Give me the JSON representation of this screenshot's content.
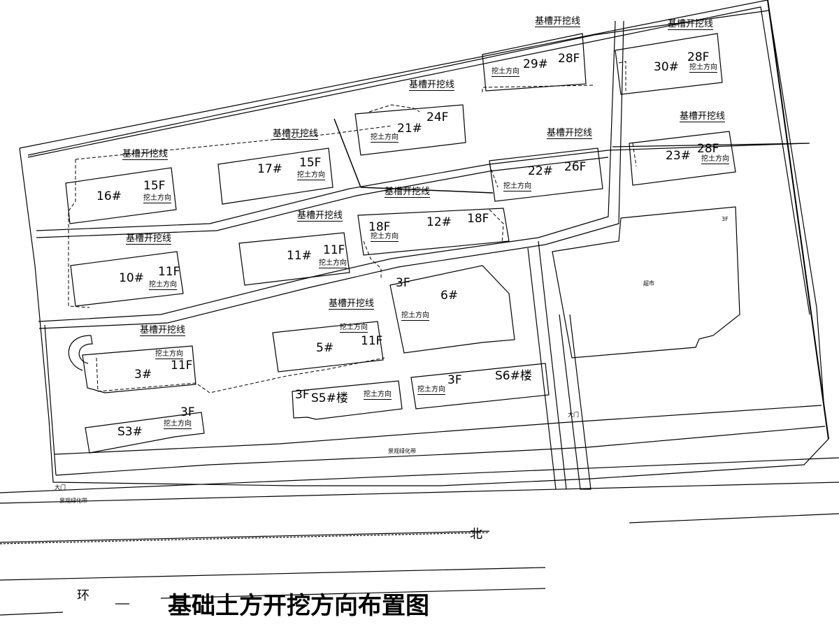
{
  "title": "基础土方开挖方向布置图",
  "road_chars": [
    "北",
    "环"
  ],
  "excavation_line_label": "基槽开挖线",
  "dig_direction_label": "挖土方向",
  "buildings": [
    {
      "id": "b29",
      "num": "29#",
      "floors": "28F"
    },
    {
      "id": "b30",
      "num": "30#",
      "floors": "28F"
    },
    {
      "id": "b21",
      "num": "21#",
      "floors": "24F"
    },
    {
      "id": "b23",
      "num": "23#",
      "floors": "28F"
    },
    {
      "id": "b17",
      "num": "17#",
      "floors": "15F"
    },
    {
      "id": "b16",
      "num": "16#",
      "floors": "15F"
    },
    {
      "id": "b22",
      "num": "22#",
      "floors": "26F"
    },
    {
      "id": "b12",
      "num": "12#",
      "floors_left": "18F",
      "floors_right": "18F"
    },
    {
      "id": "b11",
      "num": "11#",
      "floors": "11F"
    },
    {
      "id": "b10",
      "num": "10#",
      "floors": "11F"
    },
    {
      "id": "b6",
      "num": "6#",
      "floors": "3F"
    },
    {
      "id": "b5",
      "num": "5#",
      "floors": "11F"
    },
    {
      "id": "b3",
      "num": "3#",
      "floors": "11F"
    },
    {
      "id": "s5",
      "num": "S5#楼",
      "floors": "3F"
    },
    {
      "id": "s6",
      "num": "S6#楼",
      "floors": "3F"
    },
    {
      "id": "s3",
      "num": "S3#",
      "floors": "3F"
    }
  ],
  "supermarket": {
    "label": "超市",
    "floors": "3F"
  },
  "landscape_belt": "景观绿化带",
  "gate": "大门"
}
